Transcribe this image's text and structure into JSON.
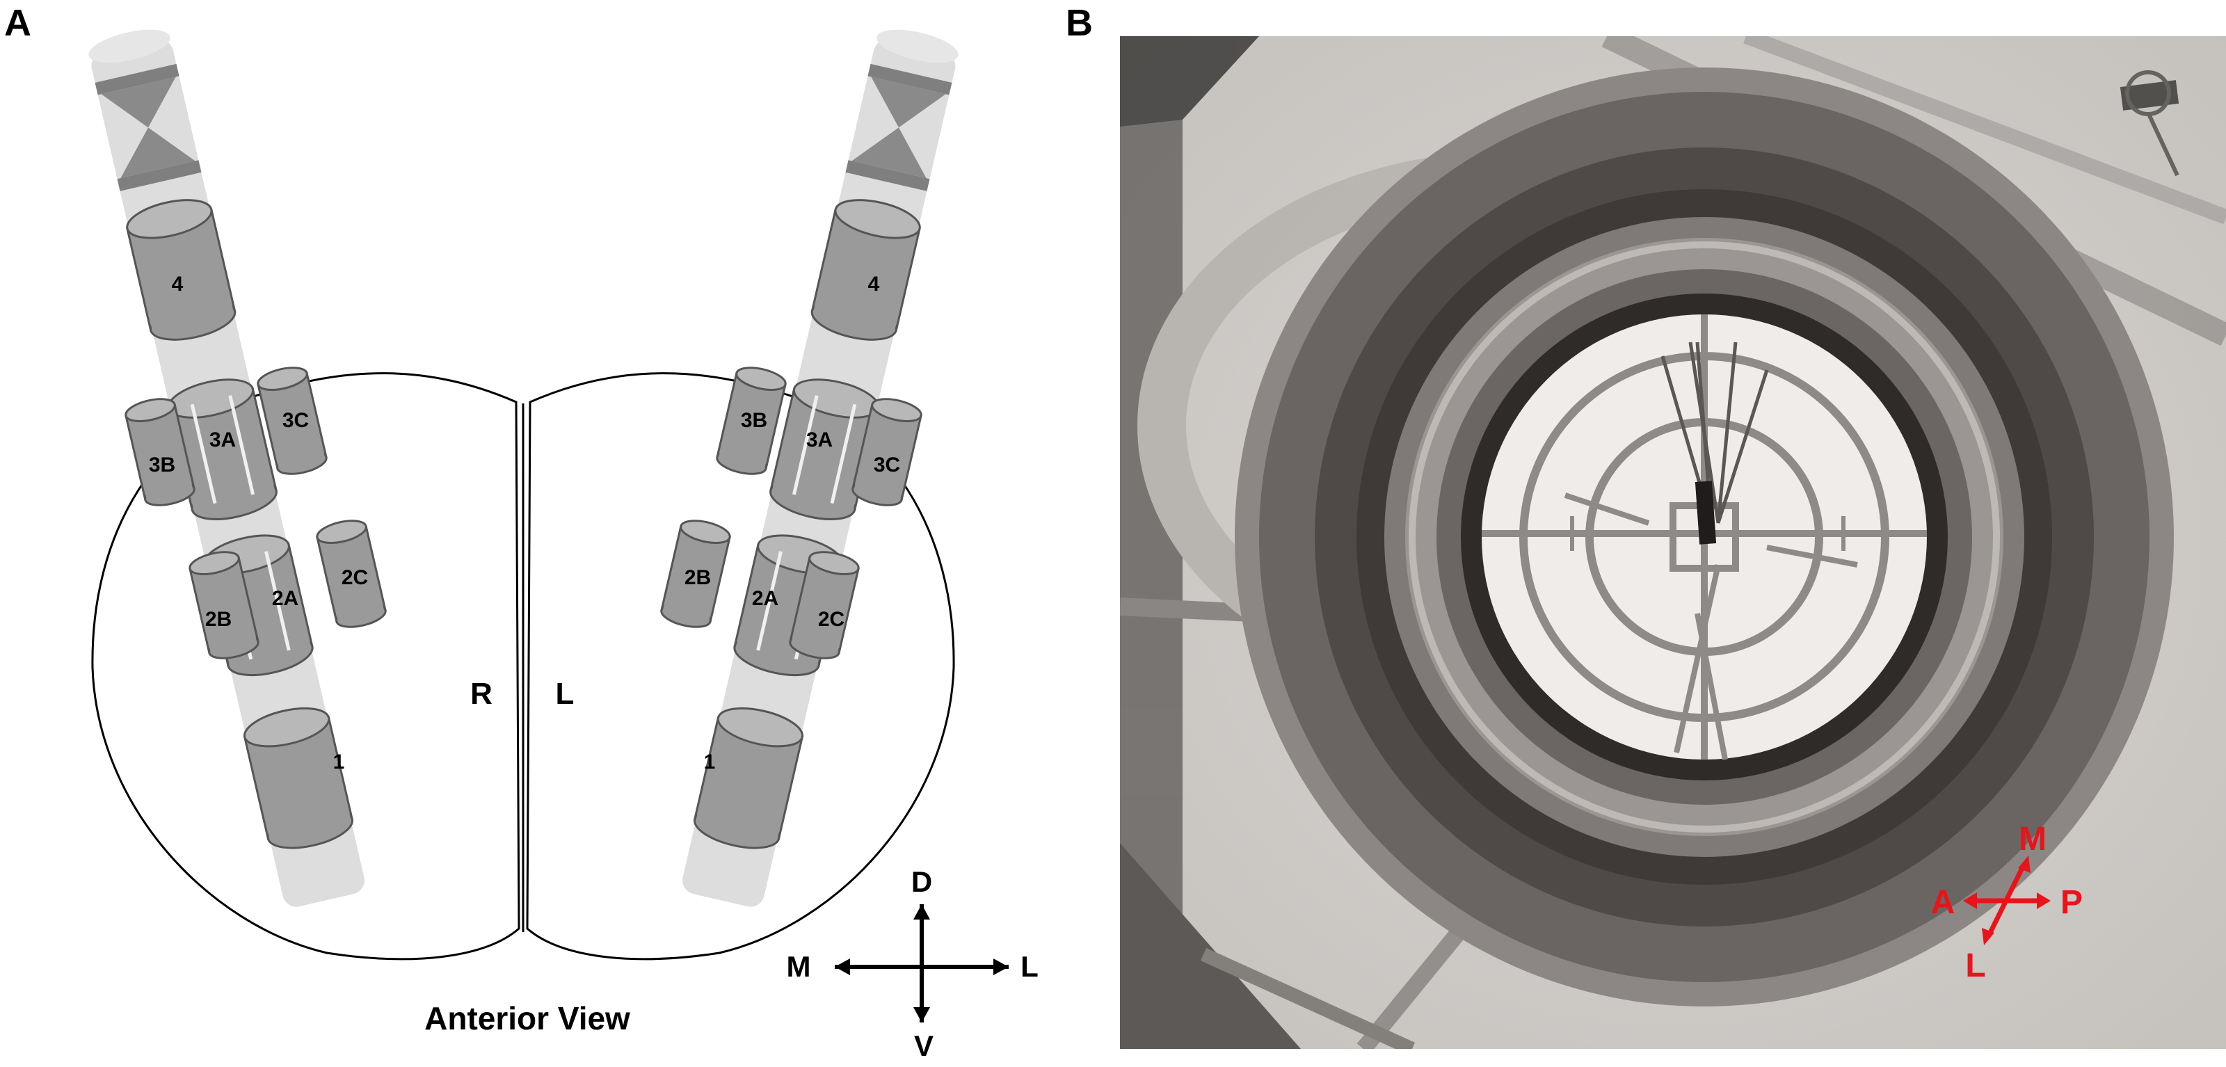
{
  "panels": {
    "a": {
      "label": "A"
    },
    "b": {
      "label": "B"
    }
  },
  "diagram": {
    "hemisphere_left_label": "R",
    "hemisphere_right_label": "L",
    "view_label": "Anterior View",
    "compass": {
      "up": "D",
      "down": "V",
      "left": "M",
      "right": "L"
    },
    "left_probe_markers": [
      "4",
      "3A",
      "3B",
      "3C",
      "2A",
      "2B",
      "2C",
      "1"
    ],
    "right_probe_markers": [
      "4",
      "3A",
      "3B",
      "3C",
      "2A",
      "2B",
      "2C",
      "1"
    ]
  },
  "xray": {
    "orientation": {
      "a": "A",
      "p": "P",
      "m": "M",
      "l": "L"
    },
    "colors": {
      "orientation_arrows": "#e8141c"
    }
  },
  "colors": {
    "probe_shaft": "#d9d9d9",
    "marker_fill": "#9a9a9a",
    "marker_top": "#b8b8b8",
    "outline": "#000000"
  }
}
